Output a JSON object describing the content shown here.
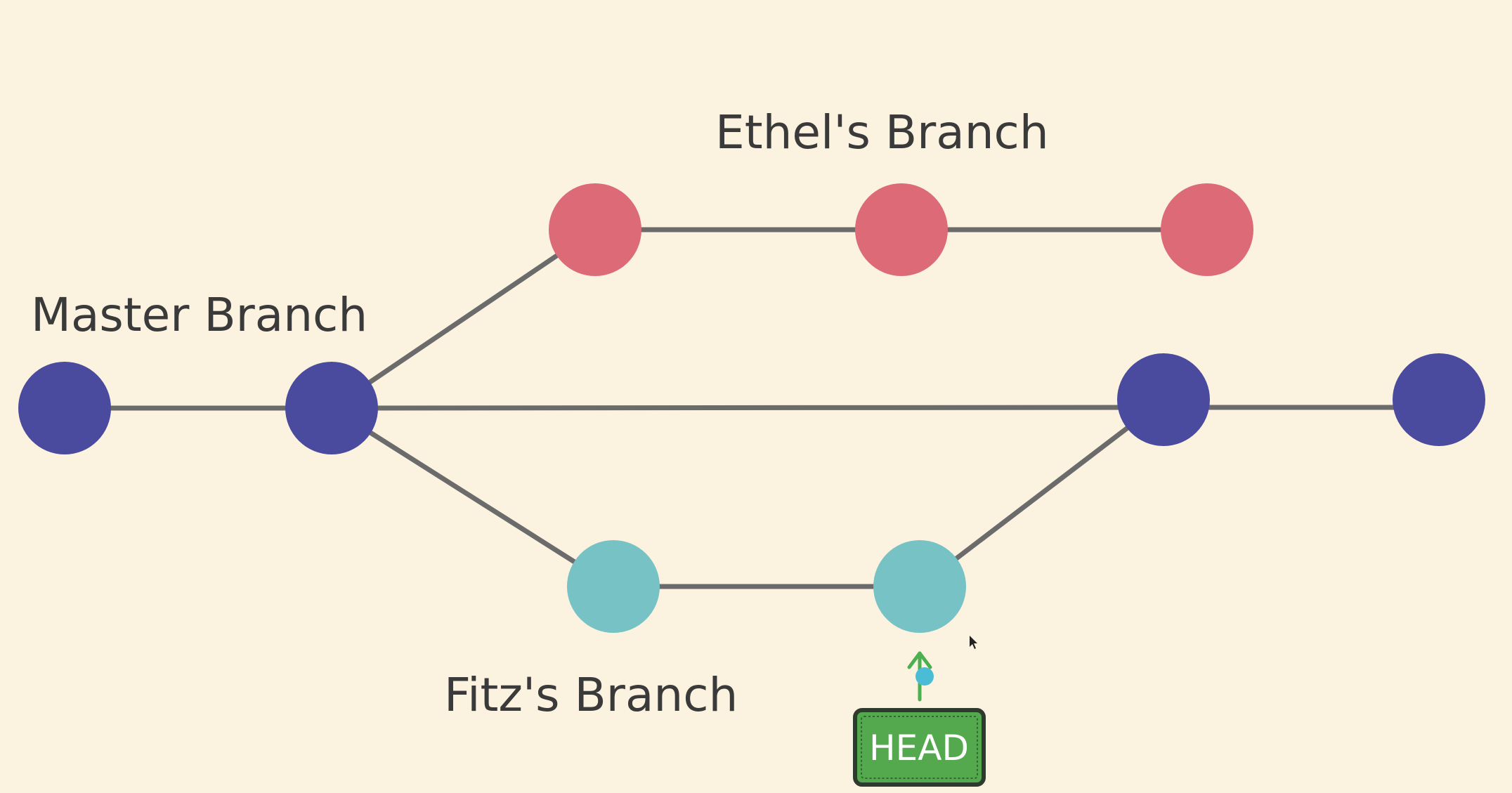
{
  "labels": {
    "ethel": "Ethel's Branch",
    "master": "Master Branch",
    "fitz": "Fitz's Branch",
    "head": "HEAD"
  },
  "colors": {
    "background": "#fcf2e0",
    "master_commit": "#4a4a9e",
    "ethel_commit": "#dc6a77",
    "fitz_commit": "#76c2c4",
    "edge": "#6b6b6b",
    "head_fill": "#54a94f",
    "head_border": "#2f3a2f",
    "head_arrow": "#4caf50",
    "cursor_dot": "#4bbcd6"
  },
  "branches": [
    {
      "name": "master",
      "commits": 4
    },
    {
      "name": "ethel",
      "commits": 3
    },
    {
      "name": "fitz",
      "commits": 2
    }
  ],
  "head_points_to": "fitz commit 2"
}
